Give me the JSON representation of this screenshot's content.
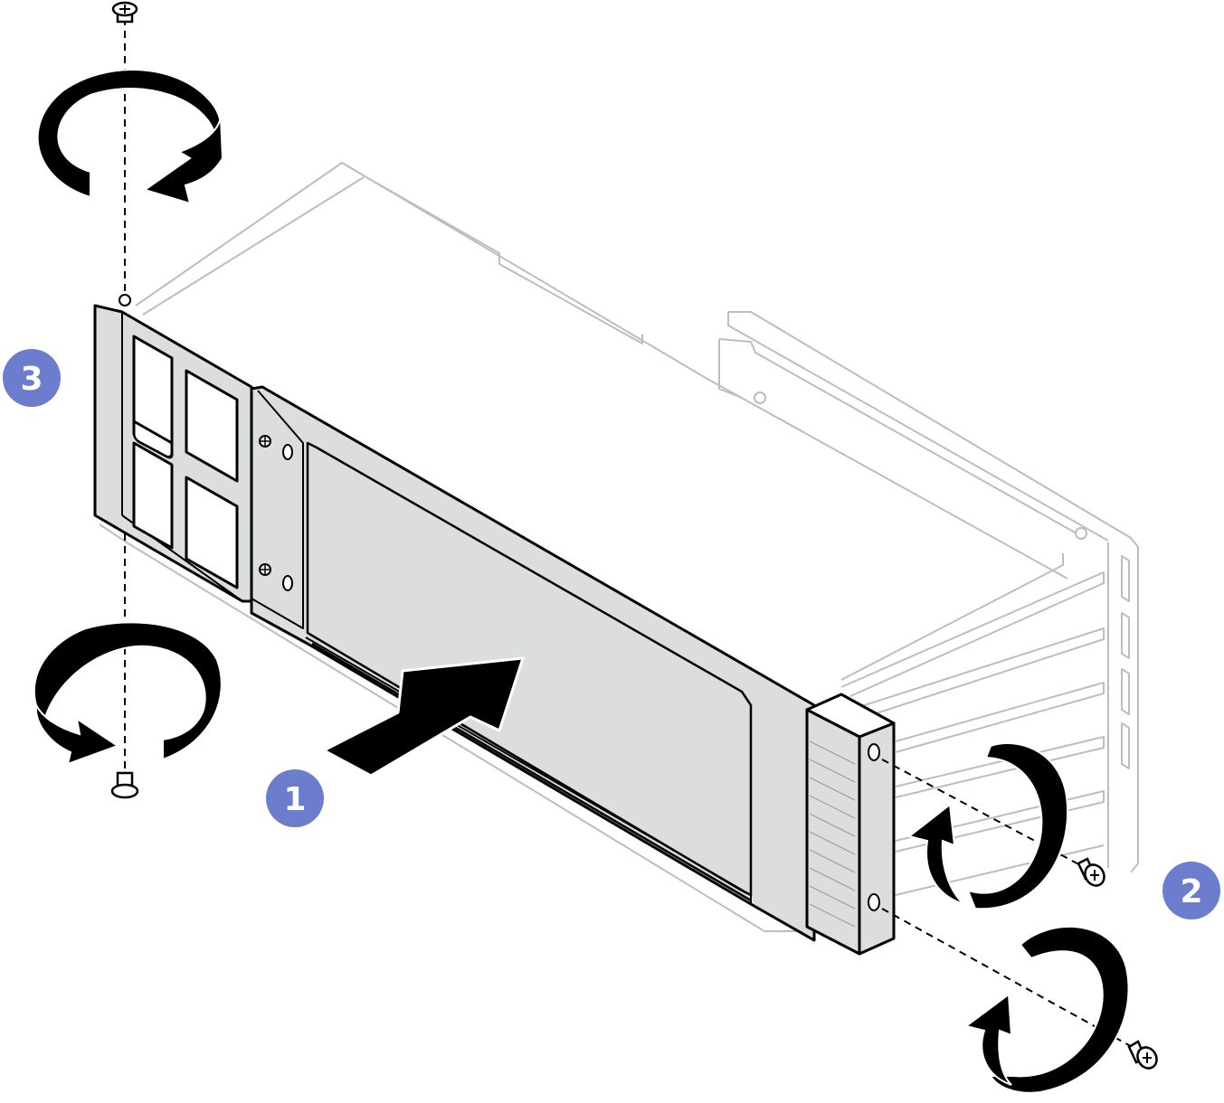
{
  "callouts": [
    {
      "id": "step-1",
      "label": "1"
    },
    {
      "id": "step-2",
      "label": "2"
    },
    {
      "id": "step-3",
      "label": "3"
    }
  ],
  "colors": {
    "callout": "#6b7dcc",
    "cover_fill": "#dcdddd",
    "line": "#000000",
    "faint_line": "#bfbfbf"
  },
  "icons": [
    "screw-icon",
    "rotate-arrow-icon",
    "insert-arrow-icon"
  ]
}
